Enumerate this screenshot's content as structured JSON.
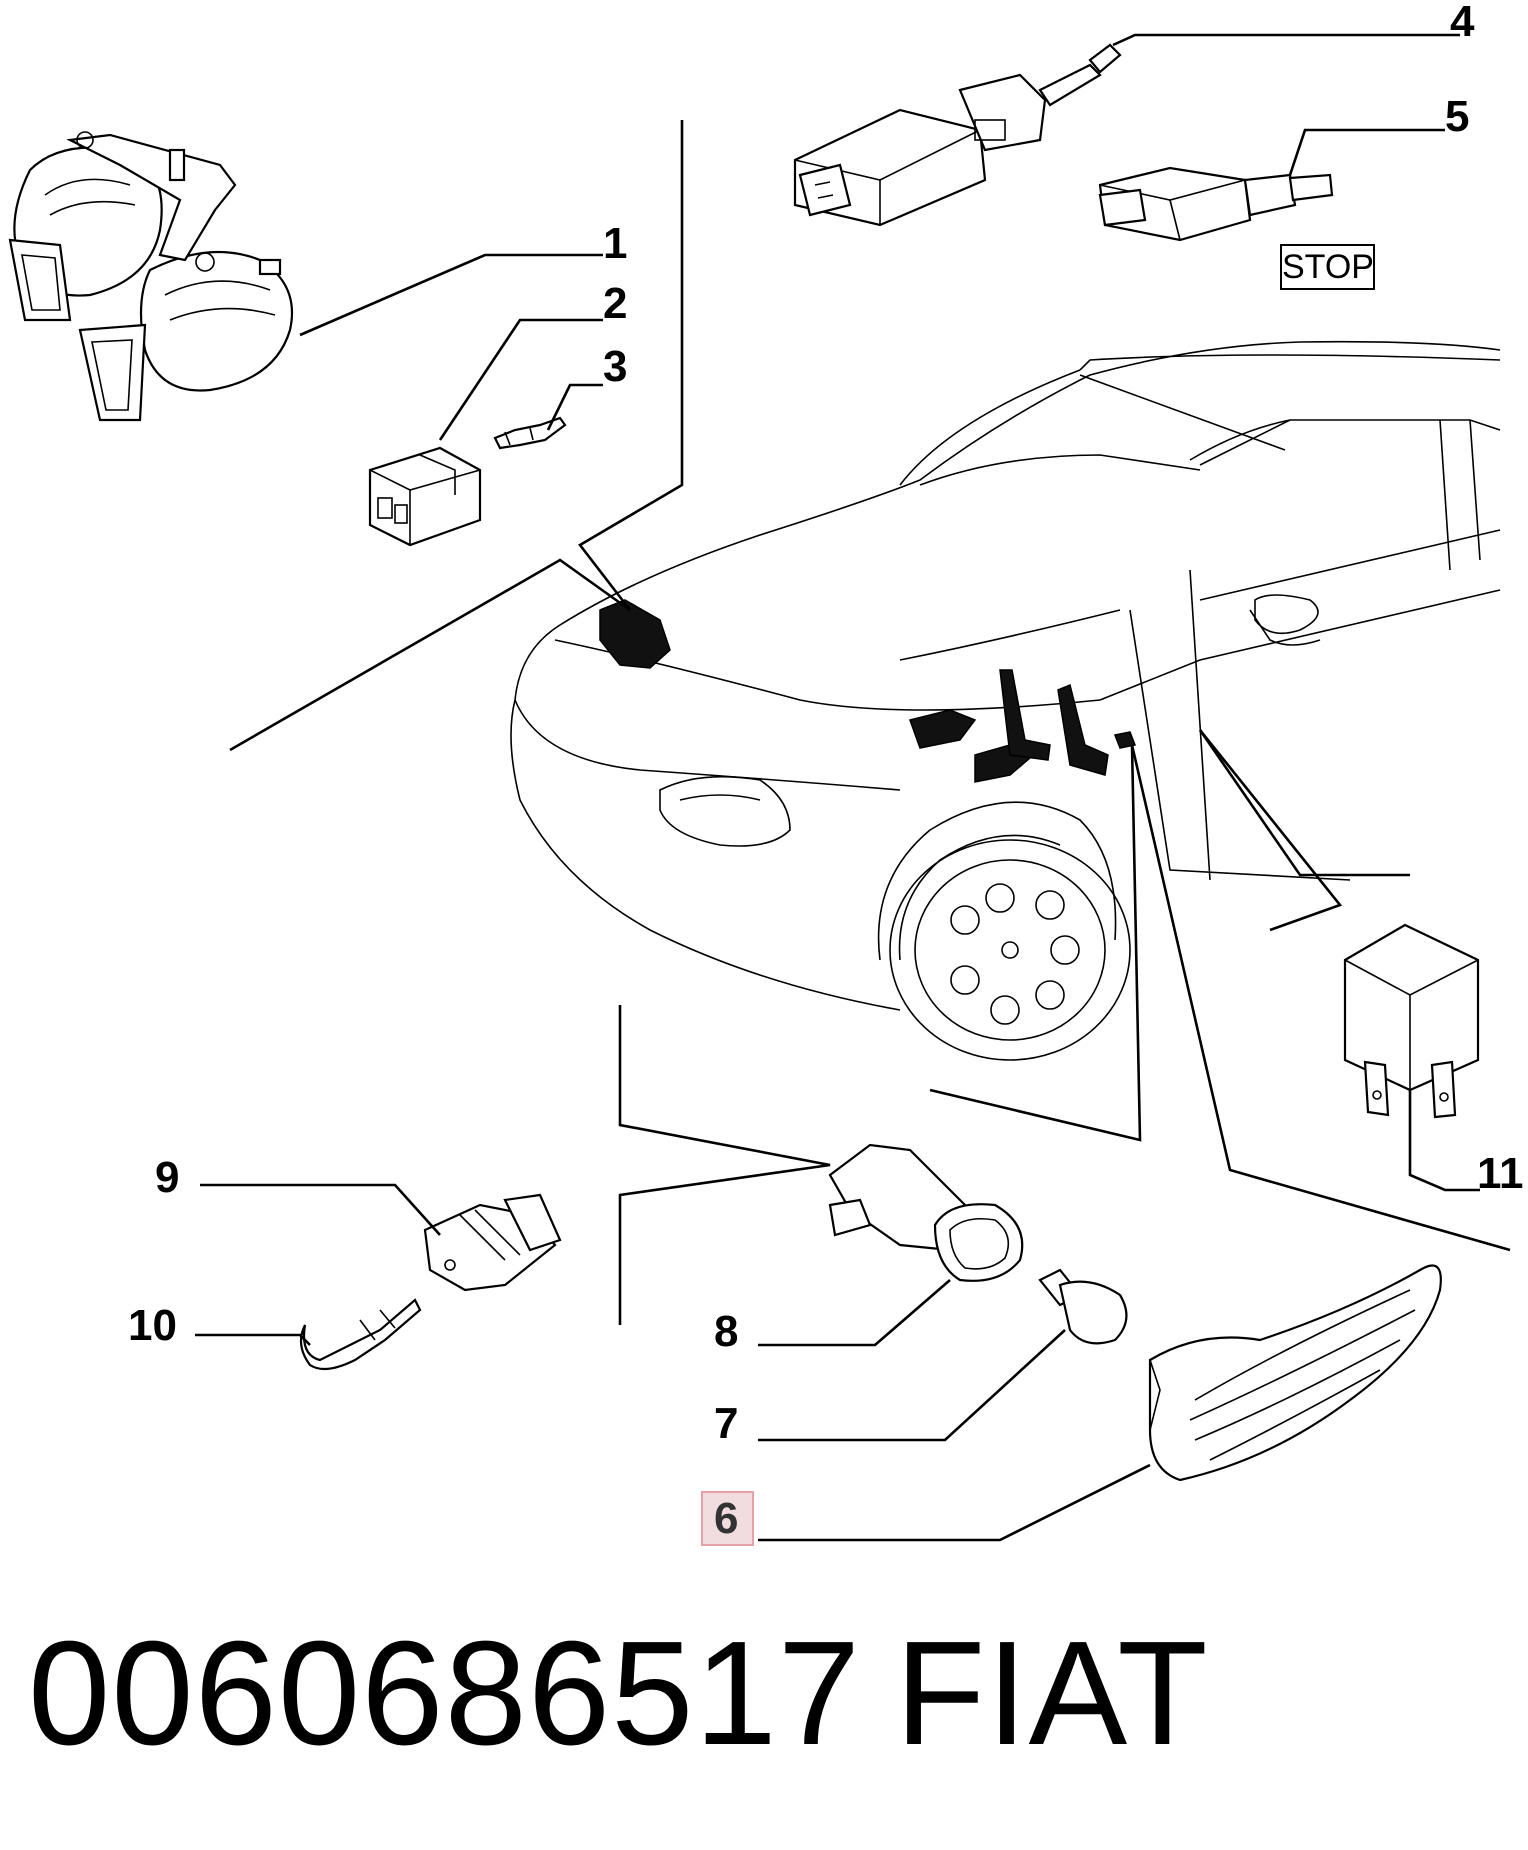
{
  "diagram": {
    "callouts": [
      {
        "id": "1",
        "label": "1"
      },
      {
        "id": "2",
        "label": "2"
      },
      {
        "id": "3",
        "label": "3"
      },
      {
        "id": "4",
        "label": "4"
      },
      {
        "id": "5",
        "label": "5"
      },
      {
        "id": "6",
        "label": "6"
      },
      {
        "id": "7",
        "label": "7"
      },
      {
        "id": "8",
        "label": "8"
      },
      {
        "id": "9",
        "label": "9"
      },
      {
        "id": "10",
        "label": "10"
      },
      {
        "id": "11",
        "label": "11"
      }
    ],
    "stop_tag": "STOP",
    "highlighted_callout": "6",
    "highlight_color": "#f1dde0"
  },
  "footer": {
    "part_number": "0060686517",
    "brand": "FIAT"
  }
}
